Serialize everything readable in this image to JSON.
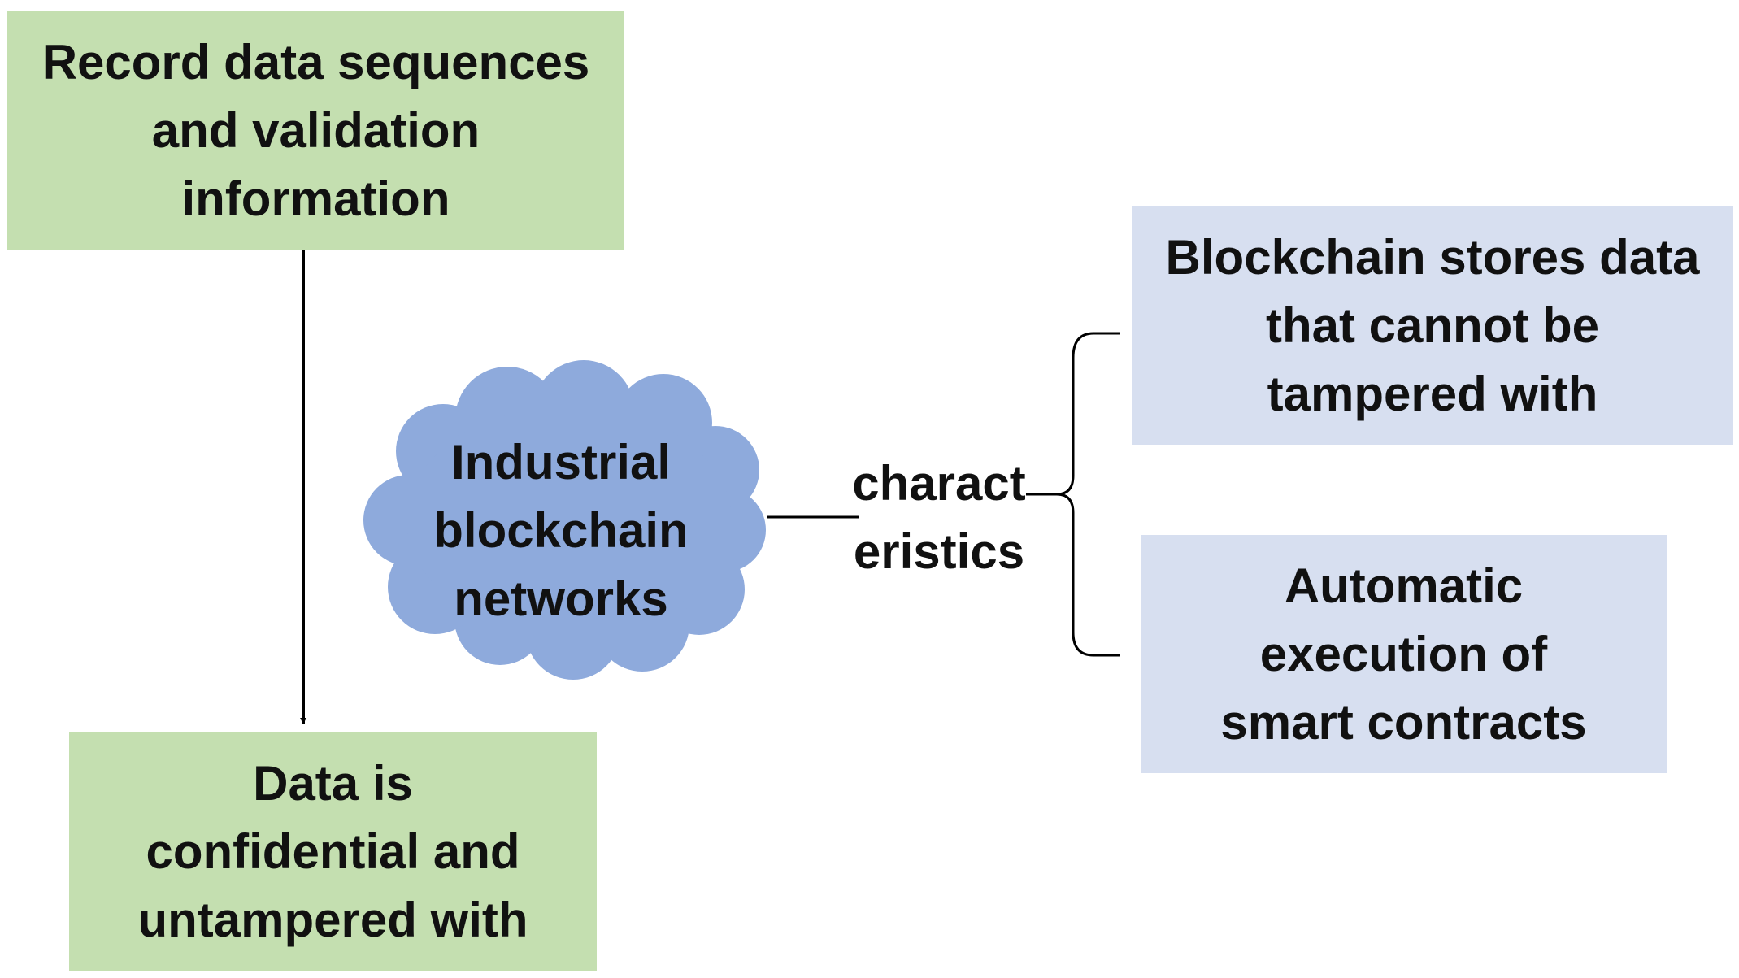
{
  "diagram": {
    "colors": {
      "green_box": "#c4dfb0",
      "blue_box": "#d7dff0",
      "cloud": "#8eaadc",
      "line": "#000000"
    },
    "nodes": {
      "record": "Record data sequences\nand validation\ninformation",
      "confidential": "Data is\nconfidential and\nuntampered with",
      "cloud": "Industrial\nblockchain\nnetworks",
      "characteristics_label": "charact\neristics",
      "tamper_proof": "Blockchain stores data\nthat cannot be\ntampered with",
      "smart_contracts": "Automatic\nexecution of\nsmart contracts"
    },
    "edges": [
      {
        "from": "record",
        "to": "confidential",
        "style": "arrow"
      },
      {
        "from": "cloud",
        "to": "characteristics_label",
        "style": "line"
      },
      {
        "from": "characteristics_label",
        "to": "tamper_proof",
        "style": "brace"
      },
      {
        "from": "characteristics_label",
        "to": "smart_contracts",
        "style": "brace"
      }
    ]
  }
}
